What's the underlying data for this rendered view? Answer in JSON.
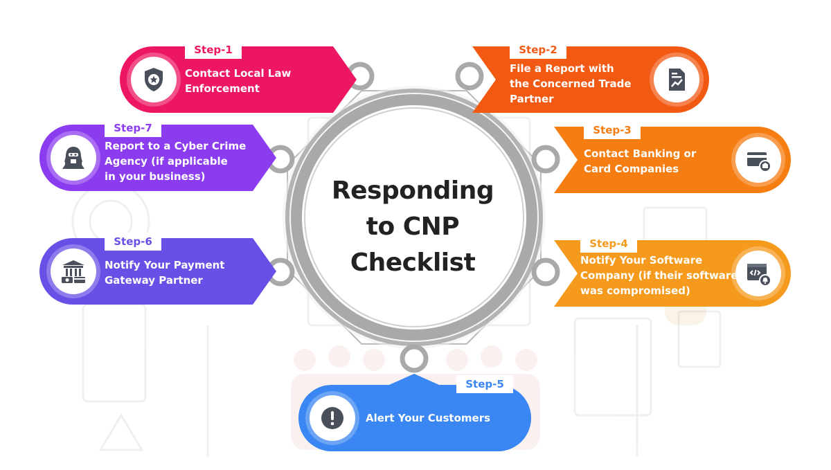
{
  "title_lines": [
    "Responding",
    "to CNP",
    "Checklist"
  ],
  "colors": {
    "step1": "#ec1662",
    "step2": "#f25a14",
    "step3": "#f57d12",
    "step4": "#f59a1c",
    "step5": "#3a86f2",
    "step6": "#6a4fe6",
    "step7": "#8b3cef",
    "ring": "#a9a9a9",
    "title": "#222222"
  },
  "steps": [
    {
      "id": 1,
      "tag": "Step-1",
      "lines": [
        "Contact Local Law",
        "Enforcement"
      ],
      "icon": "police-badge-icon"
    },
    {
      "id": 2,
      "tag": "Step-2",
      "lines": [
        "File a Report with",
        "the Concerned Trade",
        "Partner"
      ],
      "icon": "report-document-icon"
    },
    {
      "id": 3,
      "tag": "Step-3",
      "lines": [
        "Contact Banking or",
        "Card Companies"
      ],
      "icon": "bank-card-icon"
    },
    {
      "id": 4,
      "tag": "Step-4",
      "lines": [
        "Notify Your Software",
        "Company (if their software",
        "was compromised)"
      ],
      "icon": "software-alert-icon"
    },
    {
      "id": 5,
      "tag": "Step-5",
      "lines": [
        "Alert Your Customers"
      ],
      "icon": "exclamation-icon"
    },
    {
      "id": 6,
      "tag": "Step-6",
      "lines": [
        "Notify Your Payment",
        "Gateway Partner"
      ],
      "icon": "payment-gateway-icon"
    },
    {
      "id": 7,
      "tag": "Step-7",
      "lines": [
        "Report to a Cyber Crime",
        "Agency (if applicable",
        "in your business)"
      ],
      "icon": "hacker-icon"
    }
  ]
}
